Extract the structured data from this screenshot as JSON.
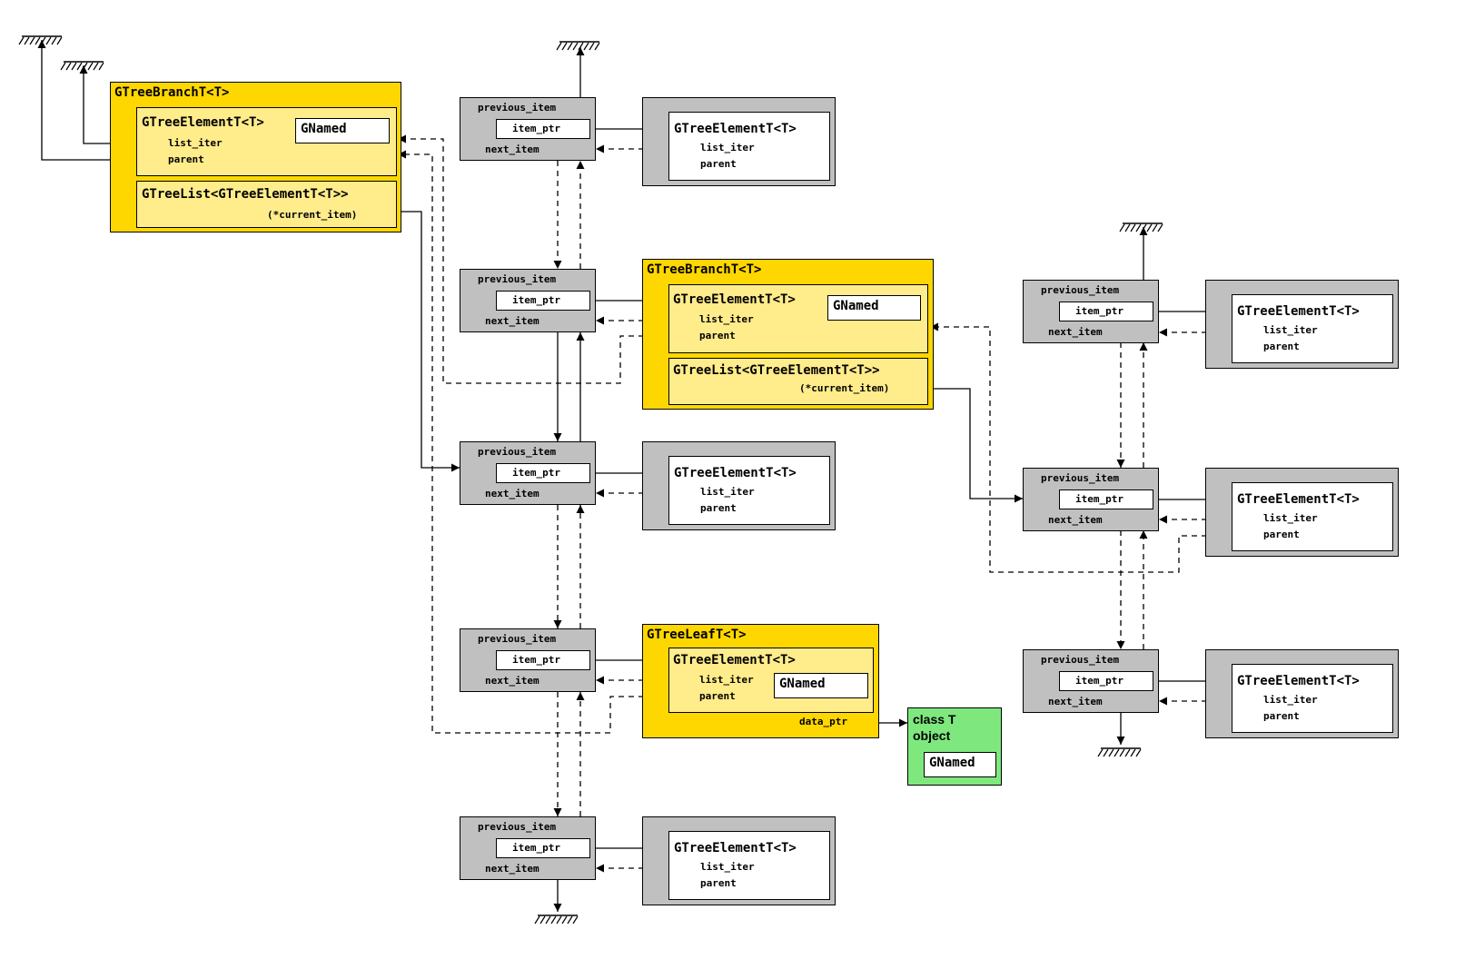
{
  "labels": {
    "branch": "GTreeBranchT<T>",
    "leaf": "GTreeLeafT<T>",
    "element": "GTreeElementT<T>",
    "named": "GNamed",
    "tree_list": "GTreeList<GTreeElementT<T>>",
    "current_item": "(*current_item)",
    "list_iter": "list_iter",
    "parent": "parent",
    "previous_item": "previous_item",
    "item_ptr": "item_ptr",
    "next_item": "next_item",
    "data_ptr": "data_ptr",
    "class_t_object": "class T\nobject"
  },
  "colors": {
    "branch_fill": "#ffd700",
    "element_fill": "#ffec8b",
    "node_fill": "#c0c0c0",
    "class_t_fill": "#7ee87e",
    "line": "#000000"
  },
  "symbols": {
    "ground": "ground-hatch-icon",
    "pointer_origin": "dot-icon",
    "pointer_target": "arrowhead-icon"
  }
}
